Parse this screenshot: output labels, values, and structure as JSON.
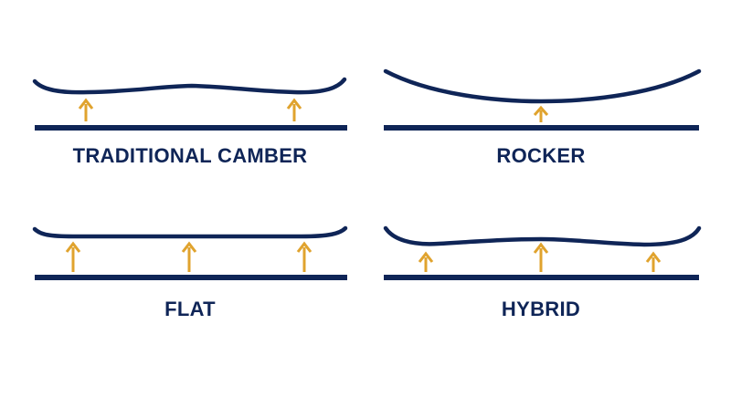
{
  "colors": {
    "navy": "#0f2557",
    "gold": "#e0a32e",
    "background": "#ffffff"
  },
  "profiles": [
    {
      "id": "traditional-camber",
      "label": "TRADITIONAL CAMBER",
      "arrow_count": 2
    },
    {
      "id": "rocker",
      "label": "ROCKER",
      "arrow_count": 1
    },
    {
      "id": "flat",
      "label": "FLAT",
      "arrow_count": 3
    },
    {
      "id": "hybrid",
      "label": "HYBRID",
      "arrow_count": 3
    }
  ]
}
